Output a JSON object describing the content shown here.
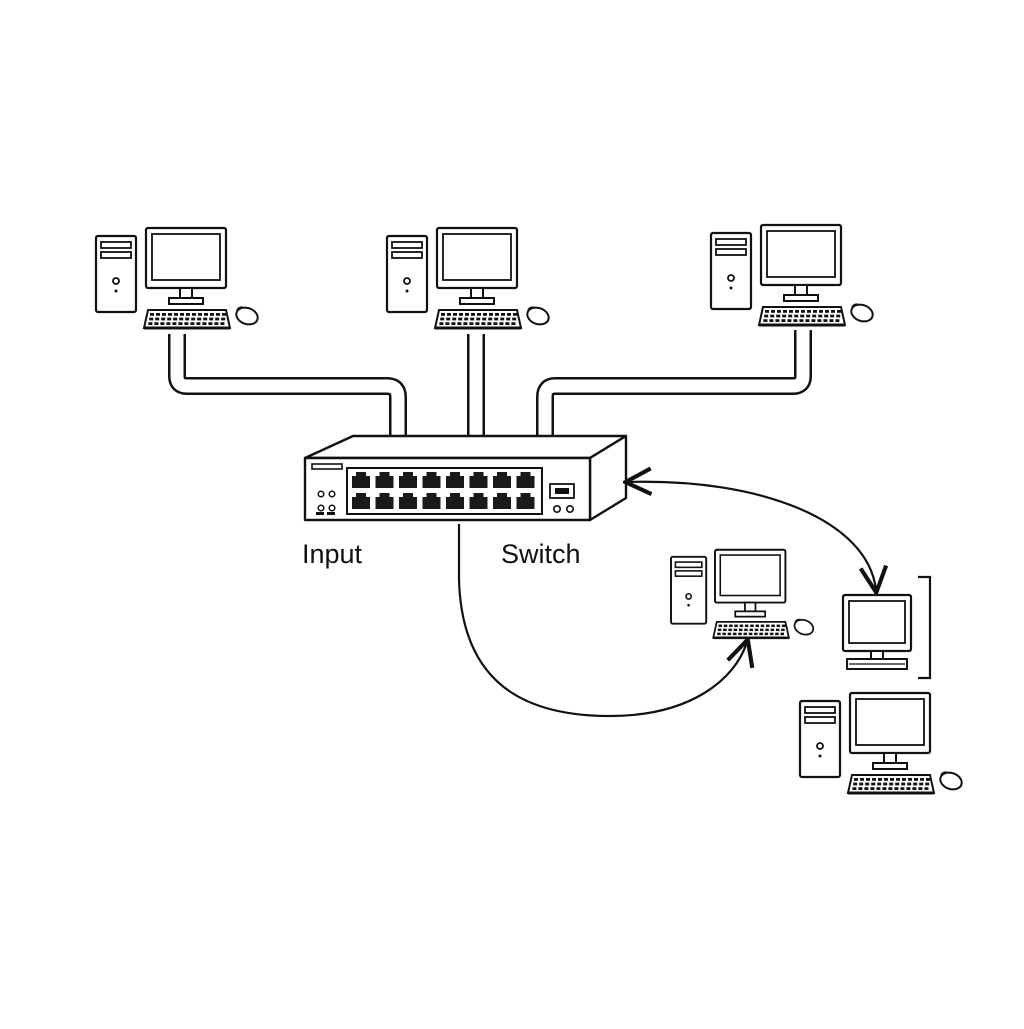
{
  "diagram": {
    "labels": {
      "input": "Input",
      "switch": "Switch"
    },
    "switch_device": {
      "port_rows": 2,
      "ports_per_row": 8
    },
    "computers": [
      {
        "id": "top-left",
        "icon": "desktop-computer-icon"
      },
      {
        "id": "top-center",
        "icon": "desktop-computer-icon"
      },
      {
        "id": "top-right",
        "icon": "desktop-computer-icon"
      },
      {
        "id": "bottom-middle",
        "icon": "desktop-computer-icon"
      },
      {
        "id": "bottom-right-monitor",
        "icon": "monitor-icon"
      },
      {
        "id": "bottom-right",
        "icon": "desktop-computer-icon"
      }
    ],
    "colors": {
      "stroke": "#111111",
      "background": "#ffffff",
      "port": "#1a1a1a"
    }
  }
}
